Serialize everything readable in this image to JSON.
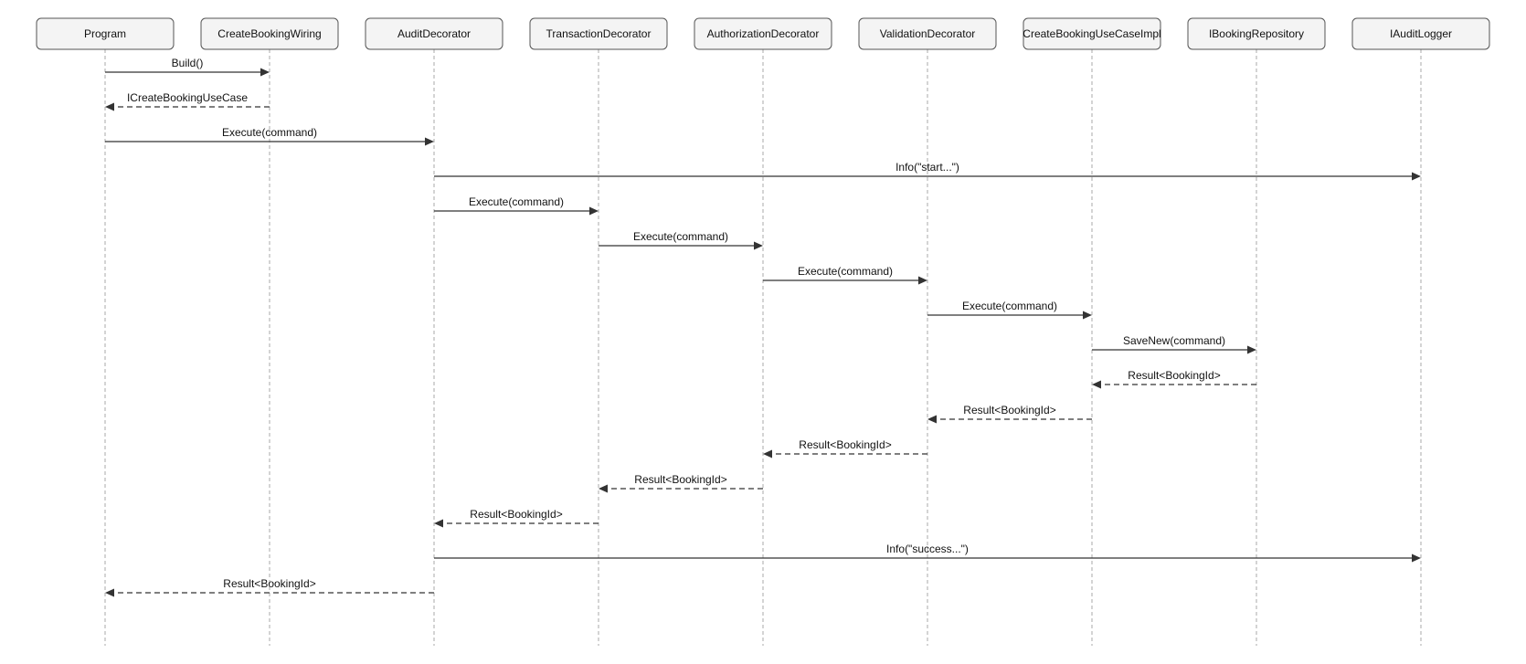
{
  "participants": [
    "Program",
    "CreateBookingWiring",
    "AuditDecorator",
    "TransactionDecorator",
    "AuthorizationDecorator",
    "ValidationDecorator",
    "CreateBookingUseCaseImpl",
    "IBookingRepository",
    "IAuditLogger"
  ],
  "messages": [
    {
      "from": 0,
      "to": 1,
      "label": "Build()",
      "kind": "call"
    },
    {
      "from": 1,
      "to": 0,
      "label": "ICreateBookingUseCase",
      "kind": "reply"
    },
    {
      "from": 0,
      "to": 2,
      "label": "Execute(command)",
      "kind": "call"
    },
    {
      "from": 2,
      "to": 8,
      "label": "Info(\"start...\")",
      "kind": "call"
    },
    {
      "from": 2,
      "to": 3,
      "label": "Execute(command)",
      "kind": "call"
    },
    {
      "from": 3,
      "to": 4,
      "label": "Execute(command)",
      "kind": "call"
    },
    {
      "from": 4,
      "to": 5,
      "label": "Execute(command)",
      "kind": "call"
    },
    {
      "from": 5,
      "to": 6,
      "label": "Execute(command)",
      "kind": "call"
    },
    {
      "from": 6,
      "to": 7,
      "label": "SaveNew(command)",
      "kind": "call"
    },
    {
      "from": 7,
      "to": 6,
      "label": "Result<BookingId>",
      "kind": "reply"
    },
    {
      "from": 6,
      "to": 5,
      "label": "Result<BookingId>",
      "kind": "reply"
    },
    {
      "from": 5,
      "to": 4,
      "label": "Result<BookingId>",
      "kind": "reply"
    },
    {
      "from": 4,
      "to": 3,
      "label": "Result<BookingId>",
      "kind": "reply"
    },
    {
      "from": 3,
      "to": 2,
      "label": "Result<BookingId>",
      "kind": "reply"
    },
    {
      "from": 2,
      "to": 8,
      "label": "Info(\"success...\")",
      "kind": "call"
    },
    {
      "from": 2,
      "to": 0,
      "label": "Result<BookingId>",
      "kind": "reply"
    }
  ]
}
